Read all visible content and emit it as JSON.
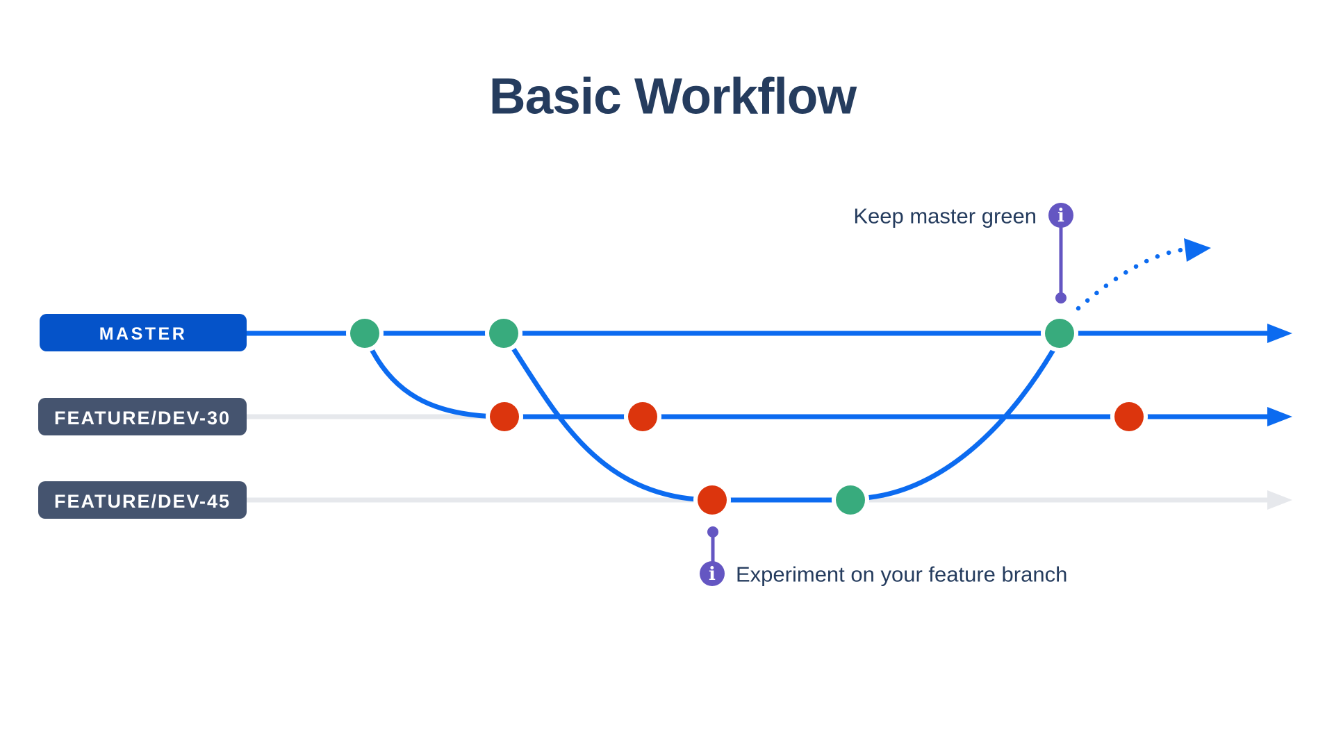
{
  "title": "Basic Workflow",
  "colors": {
    "line_blue": "#0C6BF0",
    "line_gray": "#E6E8EC",
    "master_chip": "#0553C9",
    "feature_chip": "#45546F",
    "commit_green": "#38AB7D",
    "commit_red": "#DC350D",
    "info_purple": "#6456C2",
    "text_navy": "#253C5E",
    "chip_text": "#FFFFFF",
    "background": "#FFFFFF"
  },
  "branches": [
    {
      "id": "master",
      "label": "MASTER",
      "commits": [
        {
          "status": "passed"
        },
        {
          "status": "passed"
        },
        {
          "status": "passed"
        }
      ]
    },
    {
      "id": "feature-dev-30",
      "label": "FEATURE/DEV-30",
      "commits": [
        {
          "status": "failed"
        },
        {
          "status": "failed"
        },
        {
          "status": "failed"
        }
      ]
    },
    {
      "id": "feature-dev-45",
      "label": "FEATURE/DEV-45",
      "commits": [
        {
          "status": "failed"
        },
        {
          "status": "passed"
        }
      ]
    }
  ],
  "annotations": [
    {
      "text": "Keep master green",
      "icon": "i"
    },
    {
      "text": "Experiment on your feature branch",
      "icon": "i"
    }
  ]
}
